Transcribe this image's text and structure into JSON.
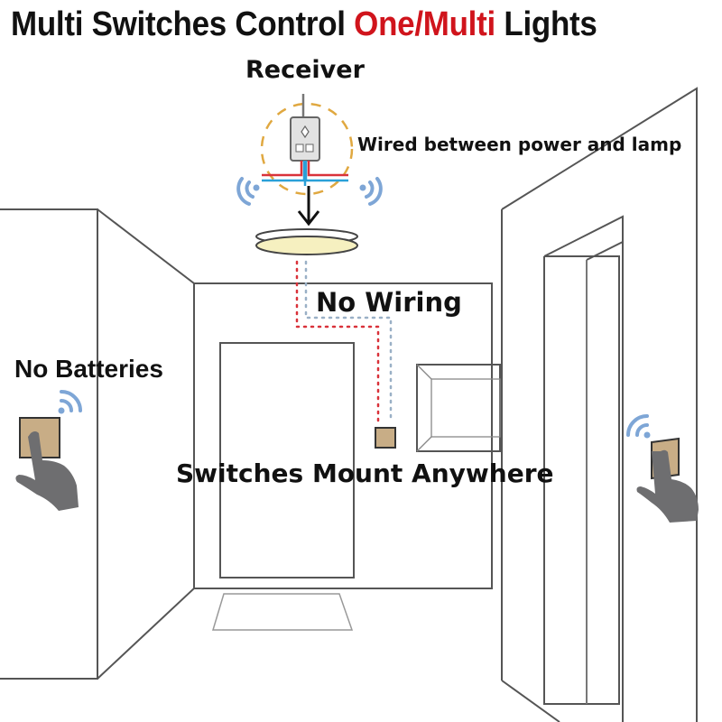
{
  "title": {
    "part1": "Multi Switches Control ",
    "highlight": "One/Multi",
    "part2": " Lights",
    "highlight_color": "#d0141c"
  },
  "labels": {
    "receiver": "Receiver",
    "wired": "Wired between power and lamp",
    "no_wiring": "No Wiring",
    "no_batteries": "No Batteries",
    "switches_mount": "Switches Mount Anywhere"
  },
  "colors": {
    "wire_live": "#d9323a",
    "wire_neutral": "#2aa0d8",
    "signal": "#7ea6d6",
    "switch_panel": "#c8ad86",
    "hand": "#6e6e70",
    "lamp_glow": "#f6f0c0",
    "receiver_halo": "#e0a840",
    "wall_line": "#555555"
  },
  "icons": {
    "receiver": "receiver-module-icon",
    "lamp": "ceiling-lamp-icon",
    "signal": "wifi-signal-icon",
    "switch": "wall-switch-icon",
    "hand": "pointing-hand-icon",
    "arrow": "arrow-down-icon"
  }
}
